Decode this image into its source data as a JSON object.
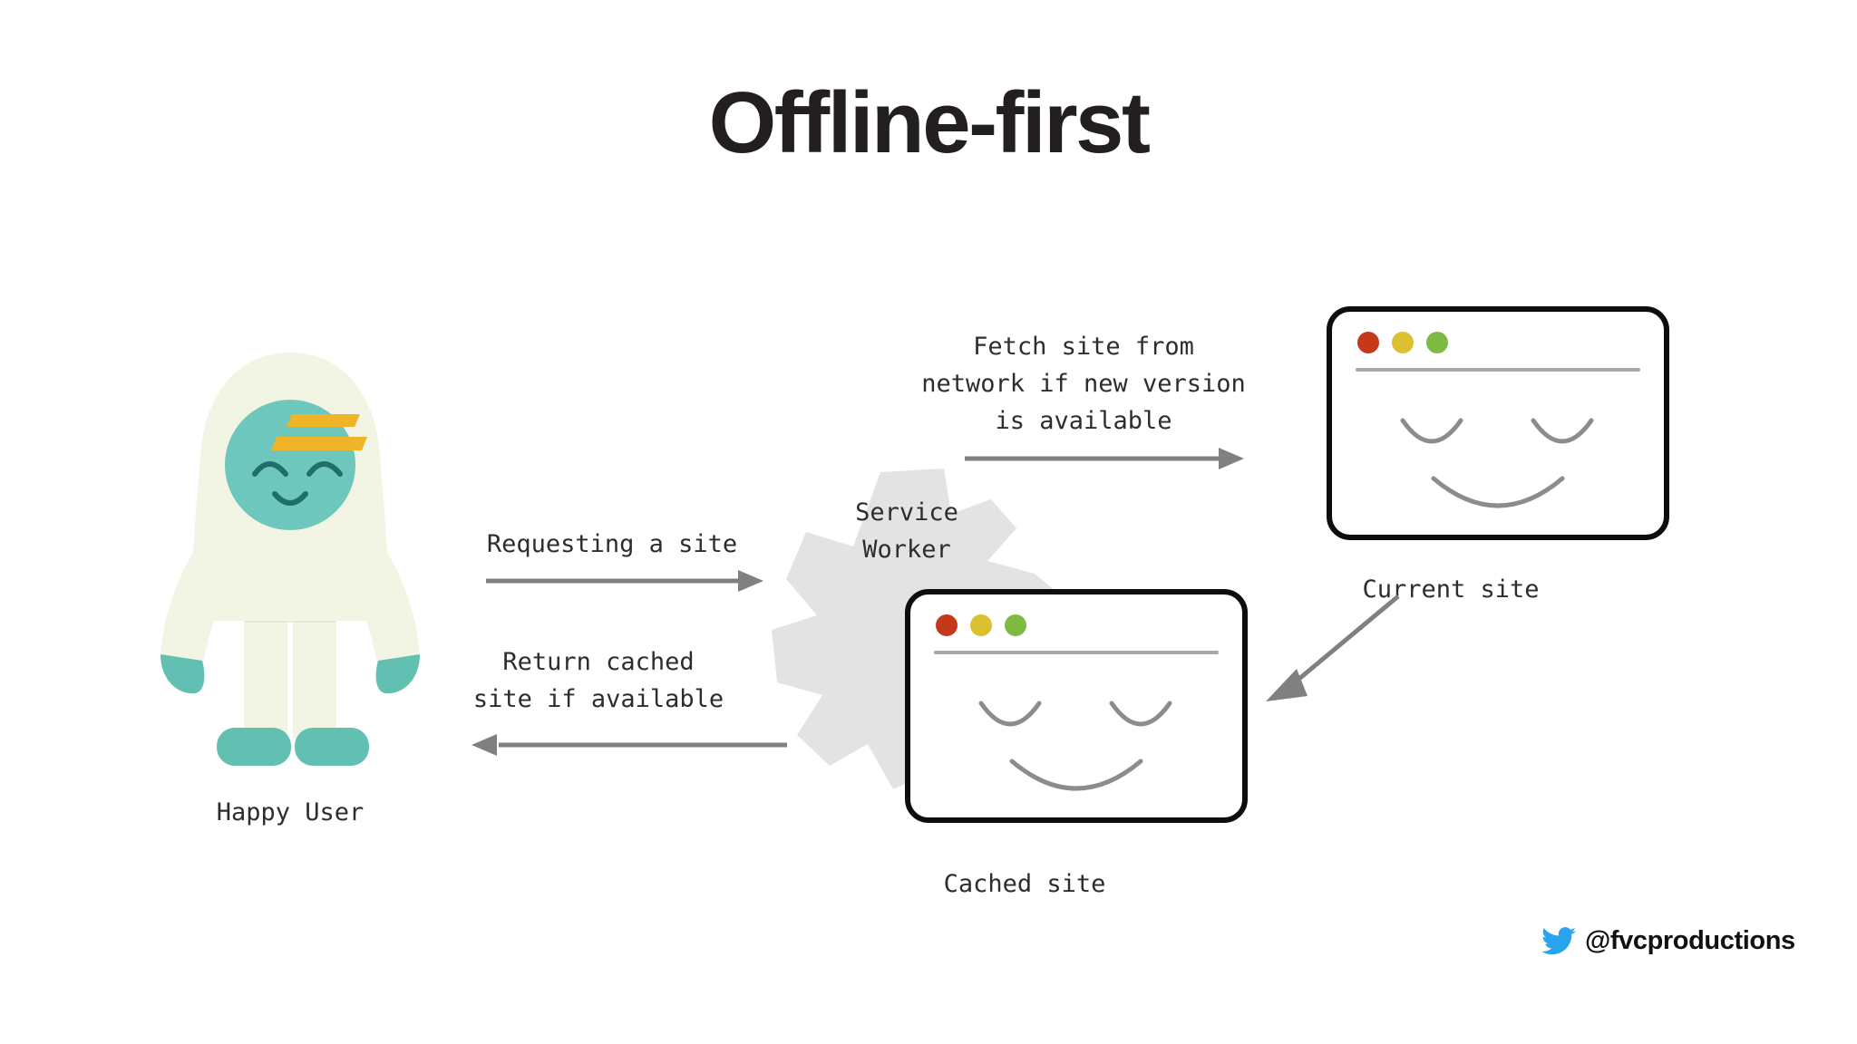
{
  "page": {
    "title": "Offline-first",
    "background_color": "#ffffff"
  },
  "actors": {
    "user": {
      "label": "Happy User",
      "icon": "happy-user-avatar",
      "robe_color": "#f2f4e4",
      "skin_color": "#6ec7bc",
      "headband_color": "#f0b429",
      "feature_color": "#1d6f68"
    },
    "service_worker": {
      "label_line1": "Service",
      "label_line2": "Worker",
      "icon": "gear-icon",
      "gear_color": "#e3e3e3"
    }
  },
  "windows": [
    {
      "id": "current-site",
      "caption": "Current site",
      "dots": [
        "#c4391a",
        "#dbc02f",
        "#7fbb42"
      ],
      "border_color": "#0d0d0d",
      "face": "smiling-face"
    },
    {
      "id": "cached-site",
      "caption": "Cached site",
      "dots": [
        "#c4391a",
        "#dbc02f",
        "#7fbb42"
      ],
      "border_color": "#0d0d0d",
      "face": "smiling-face"
    }
  ],
  "flows": [
    {
      "id": "request",
      "text": "Requesting a site",
      "direction": "right",
      "color": "#808080"
    },
    {
      "id": "return",
      "text_line1": "Return cached",
      "text_line2": "site if available",
      "direction": "left",
      "color": "#808080"
    },
    {
      "id": "fetch",
      "text_line1": "Fetch site from",
      "text_line2": "network if new version",
      "text_line3": "is available",
      "direction": "right",
      "color": "#808080"
    },
    {
      "id": "update-cache",
      "text": "",
      "direction": "down-left",
      "color": "#808080"
    }
  ],
  "credit": {
    "handle": "@fvcproductions",
    "icon": "twitter-bird-icon",
    "icon_color": "#2aa3ef"
  }
}
